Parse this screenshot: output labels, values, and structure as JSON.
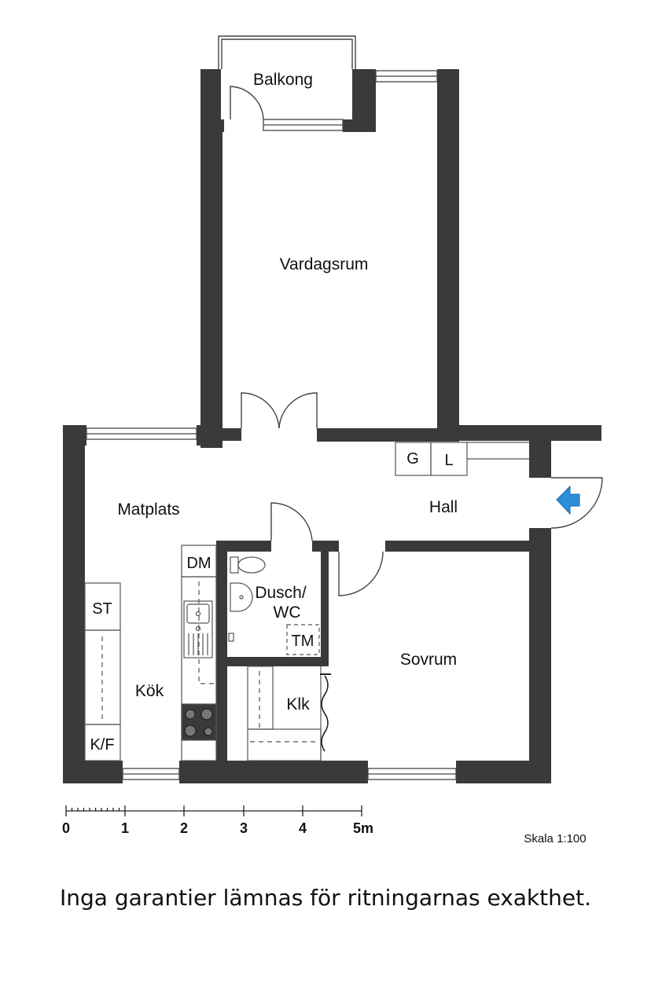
{
  "rooms": {
    "balkong": "Balkong",
    "vardagsrum": "Vardagsrum",
    "matplats": "Matplats",
    "hall": "Hall",
    "kok": "Kök",
    "dusch_wc_line1": "Dusch/",
    "dusch_wc_line2": "WC",
    "sovrum": "Sovrum",
    "klk": "Klk"
  },
  "fixtures": {
    "dm": "DM",
    "st": "ST",
    "kf": "K/F",
    "tm": "TM",
    "g": "G",
    "l": "L"
  },
  "scale_bar": {
    "ticks": [
      "0",
      "1",
      "2",
      "3",
      "4",
      "5m"
    ],
    "label": "Skala 1:100"
  },
  "disclaimer": "Inga garantier lämnas för ritningarnas exakthet.",
  "colors": {
    "wall": "#3a3a3a",
    "entrance_arrow": "#2a8fd6"
  }
}
